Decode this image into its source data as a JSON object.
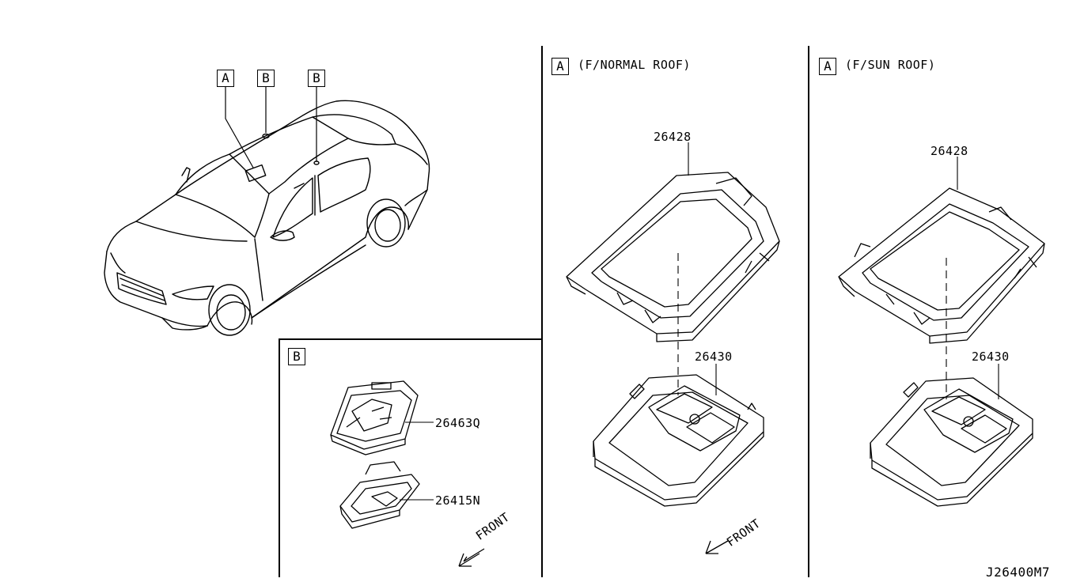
{
  "car_view": {
    "callouts": [
      "A",
      "B",
      "B"
    ]
  },
  "panel_b": {
    "label": "B",
    "parts": [
      "26463Q",
      "26415N"
    ],
    "front_label": "FRONT"
  },
  "panel_a_normal": {
    "label": "A",
    "caption": "(F/NORMAL ROOF)",
    "parts": [
      "26428",
      "26430"
    ],
    "front_label": "FRONT"
  },
  "panel_a_sun": {
    "label": "A",
    "caption": "(F/SUN ROOF)",
    "parts": [
      "26428",
      "26430"
    ]
  },
  "diagram_code": "J26400M7"
}
